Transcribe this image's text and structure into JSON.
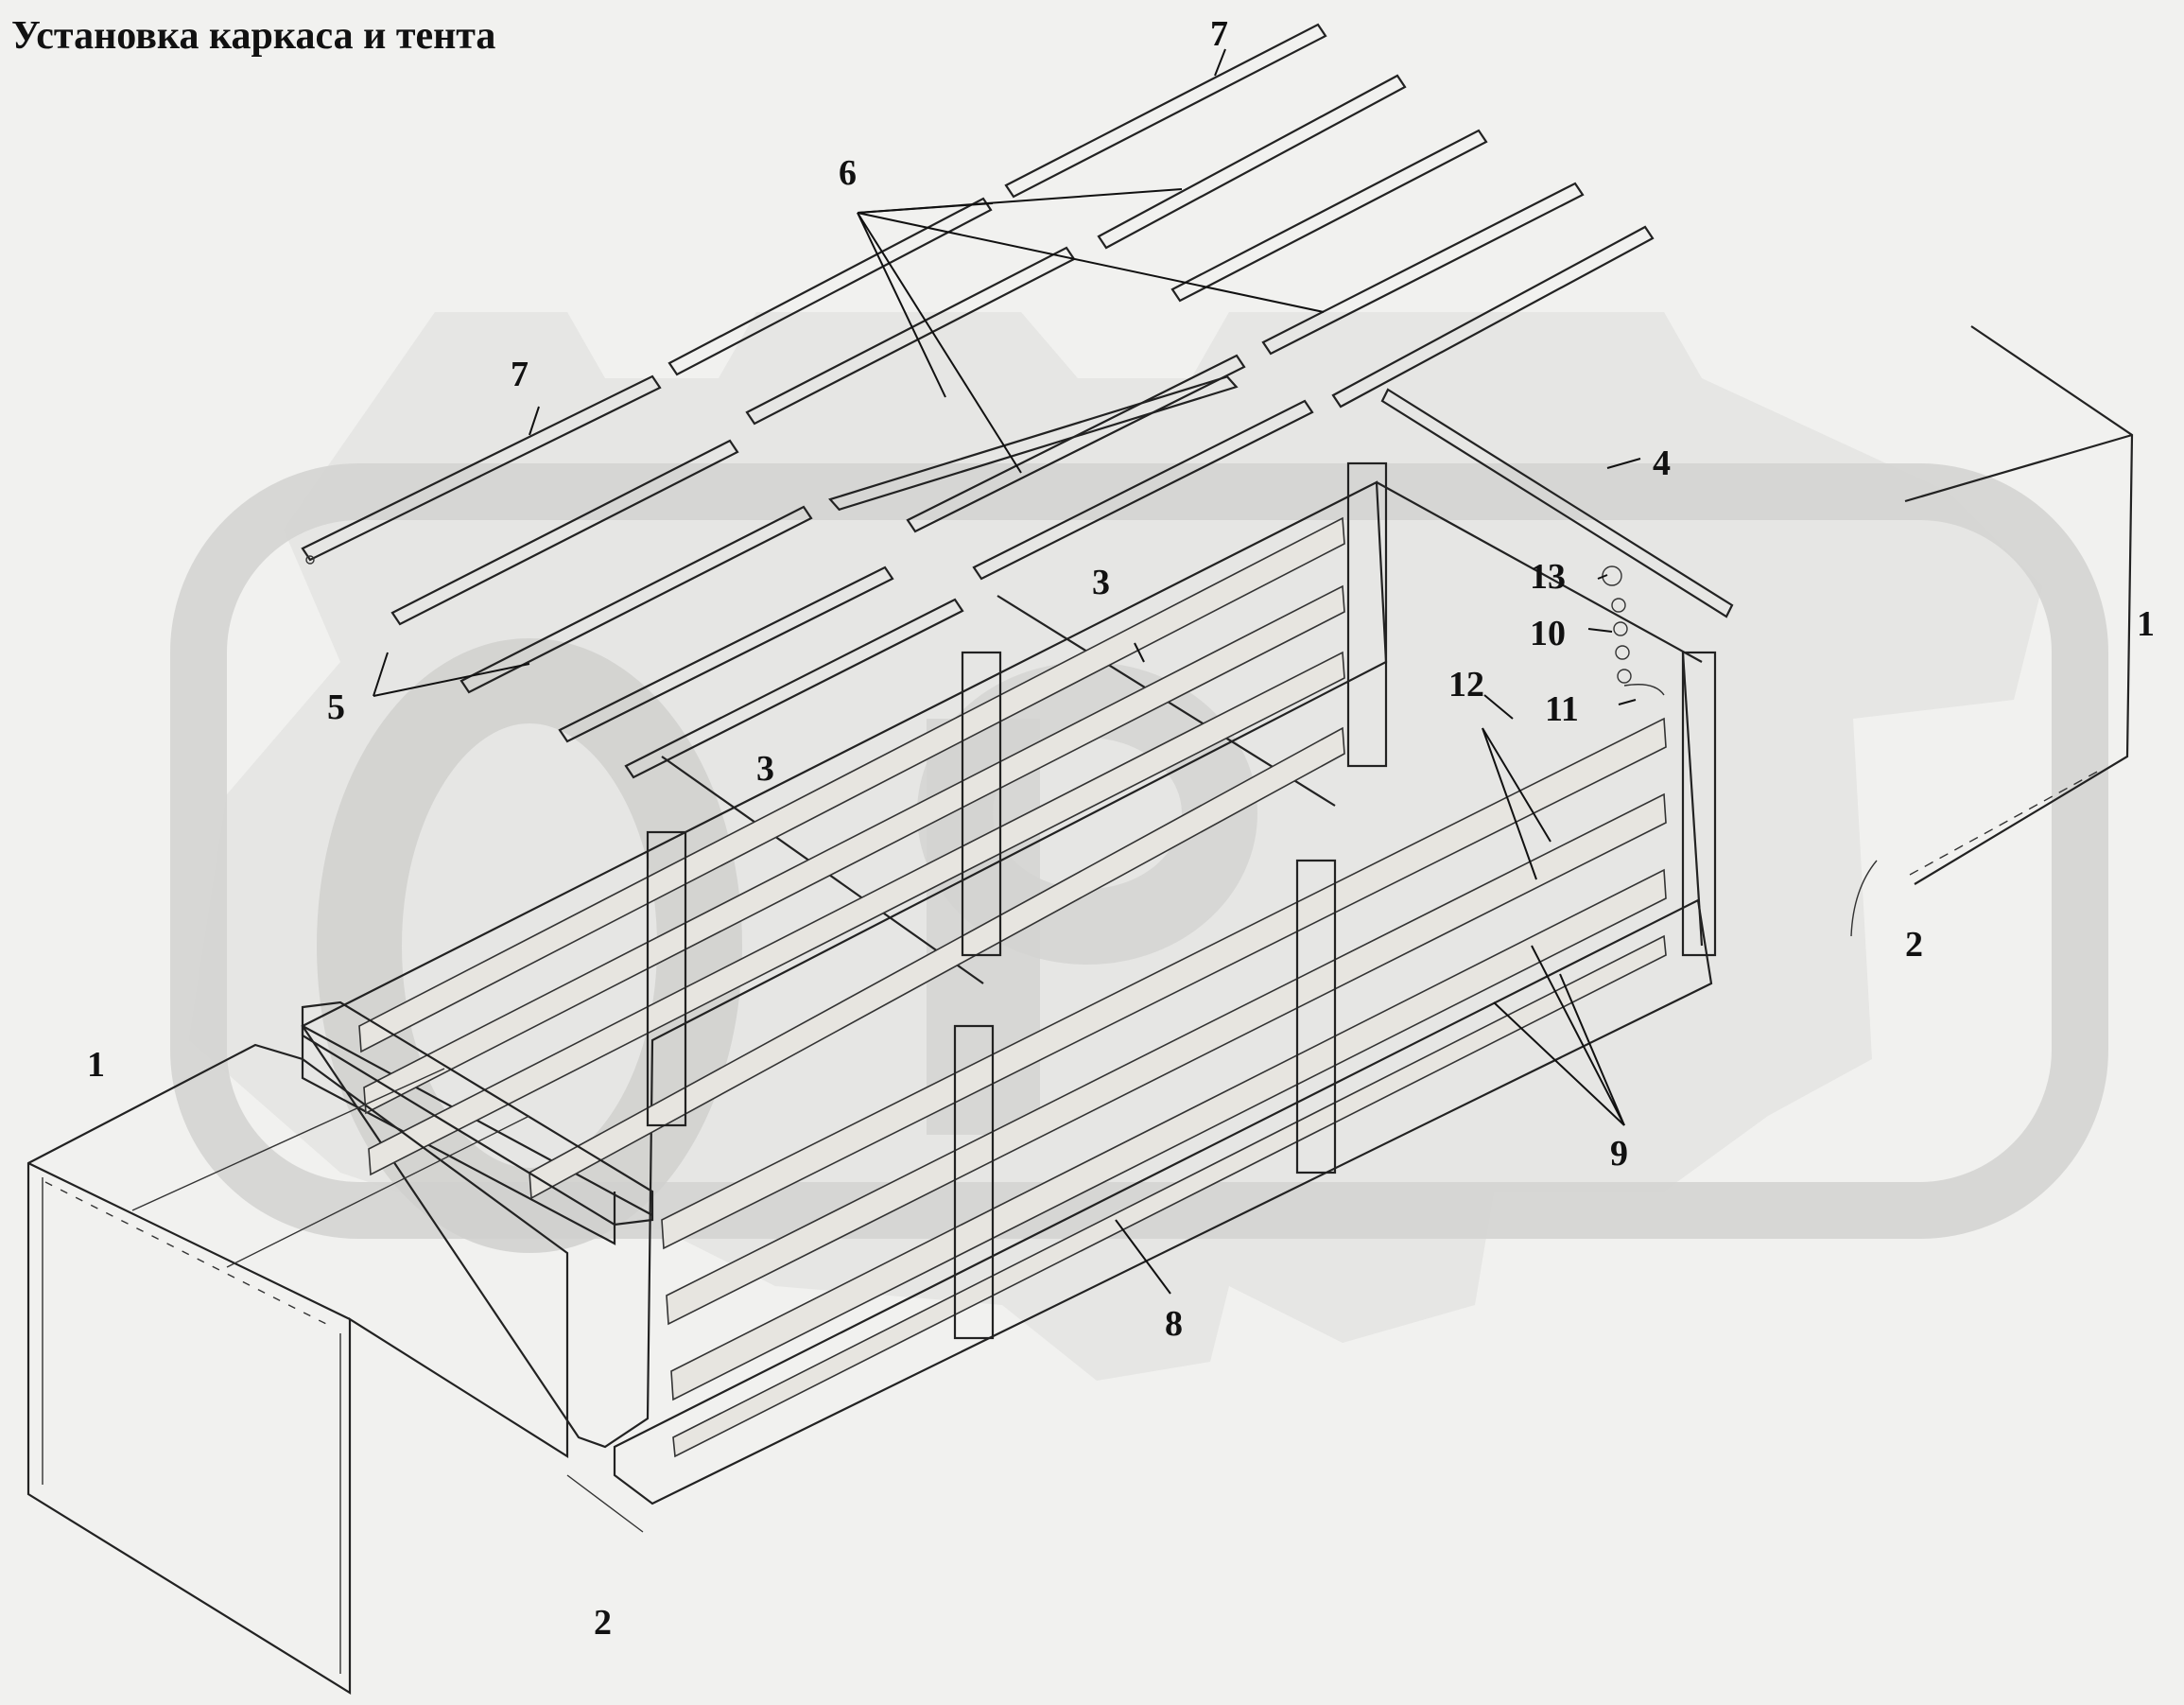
{
  "title": "Установка каркаса и тента",
  "callouts": {
    "c1_left": "1",
    "c1_right": "1",
    "c2_left": "2",
    "c2_right": "2",
    "c3_top": "3",
    "c3_left": "3",
    "c4": "4",
    "c5": "5",
    "c6": "6",
    "c7_top": "7",
    "c7_left": "7",
    "c8": "8",
    "c9": "9",
    "c10": "10",
    "c11": "11",
    "c12": "12",
    "c13": "13"
  },
  "colors": {
    "background": "#f1f1ef",
    "watermark": "#dcdcda",
    "ink": "#222222"
  }
}
